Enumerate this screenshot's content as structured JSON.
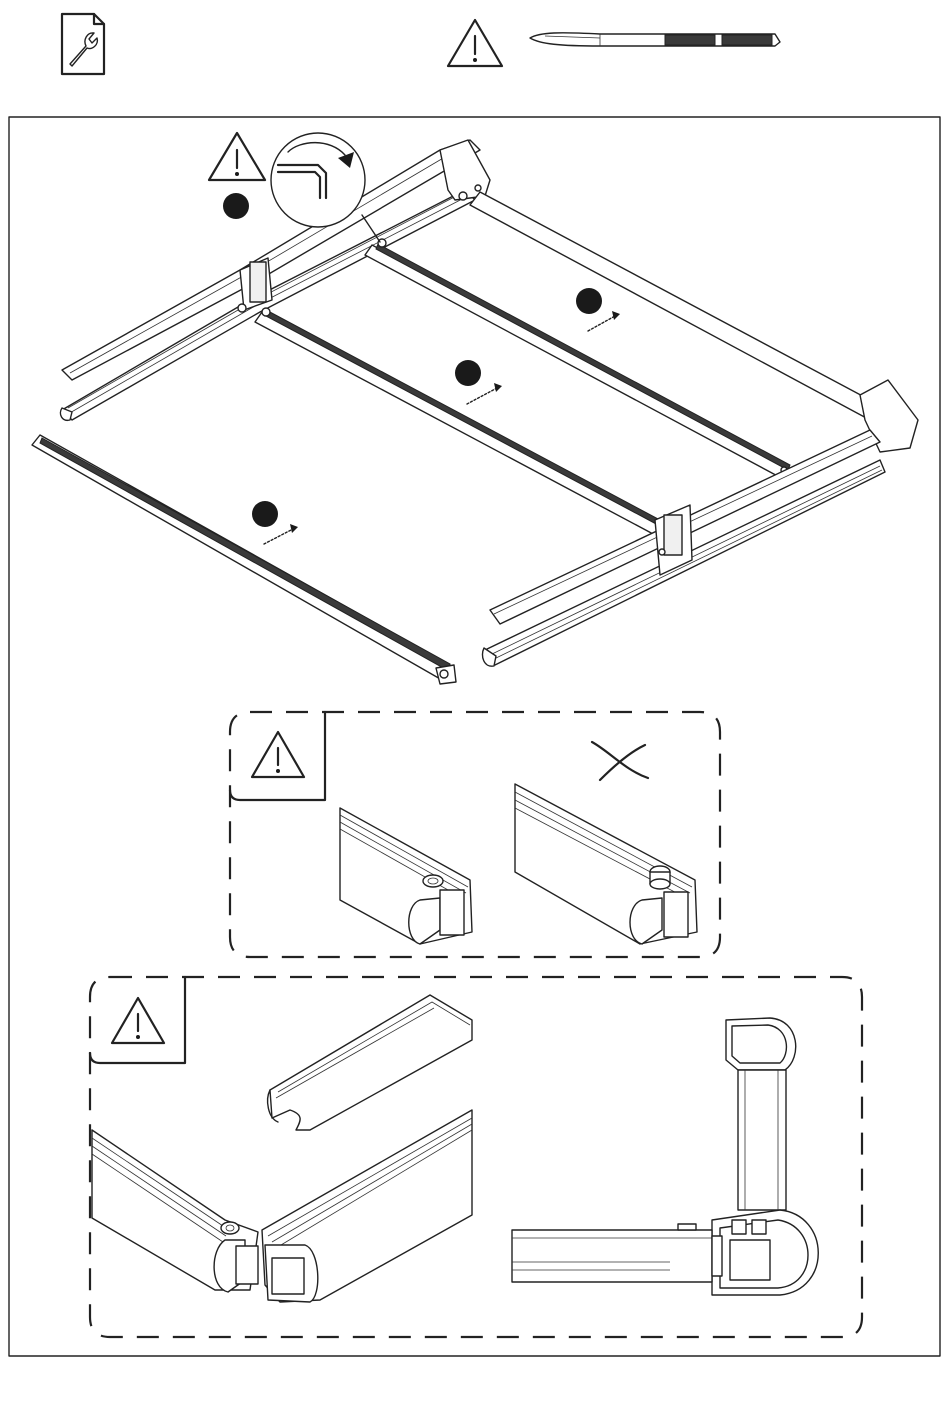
{
  "page": {
    "header_icons": [
      "wrench-document-icon",
      "warning-triangle-icon",
      "roof-rail-profile-icon"
    ],
    "step_markers": [
      "step-dot",
      "step-dot",
      "step-dot",
      "step-dot"
    ],
    "panels": [
      {
        "name": "main-assembly",
        "icons": [
          "warning-triangle-icon",
          "hex-key-rotate-icon"
        ]
      },
      {
        "name": "screw-check-detail",
        "icons": [
          "warning-triangle-icon",
          "cross-wrong-icon"
        ]
      },
      {
        "name": "rail-profile-detail",
        "icons": [
          "warning-triangle-icon"
        ]
      }
    ]
  },
  "colors": {
    "line": "#222222",
    "fill": "#ffffff",
    "accent": "#1a1a1a"
  }
}
